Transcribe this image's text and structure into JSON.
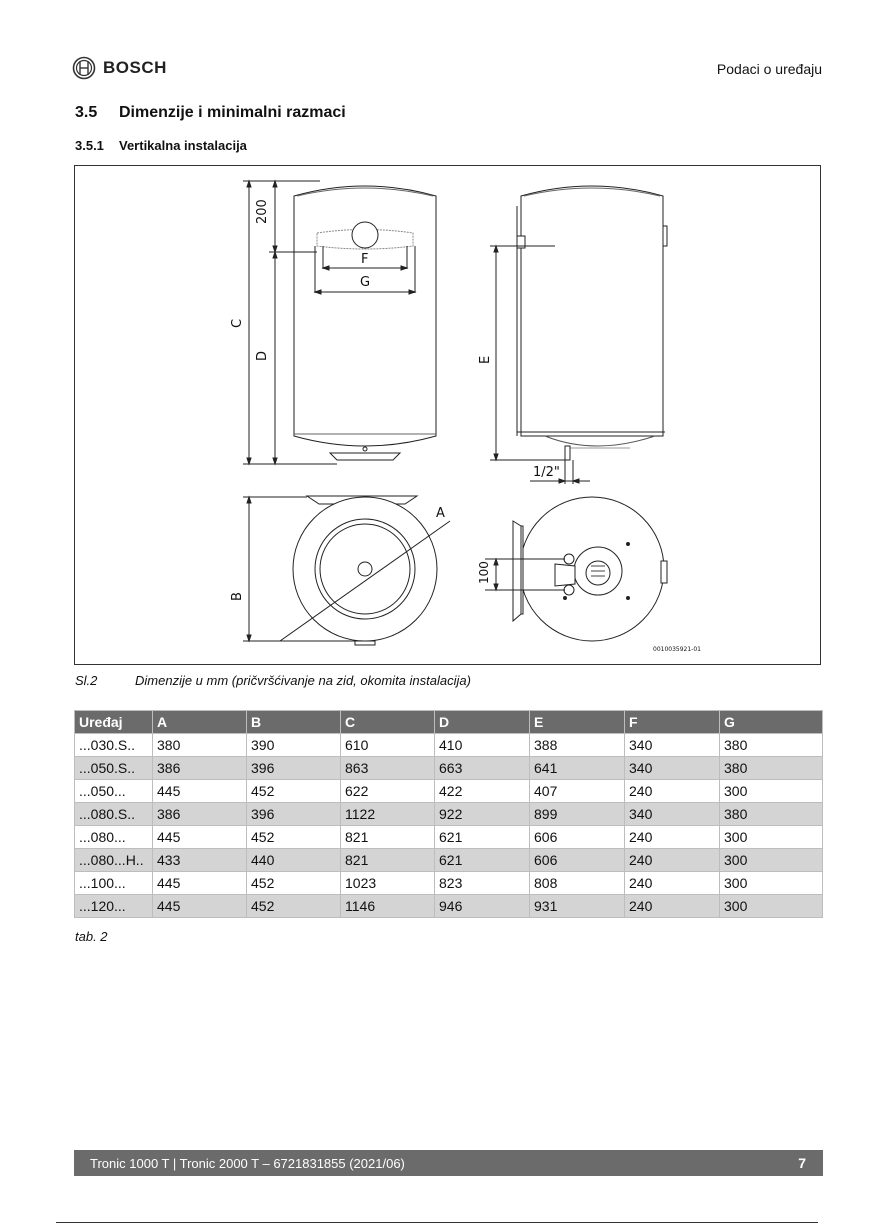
{
  "header": {
    "logo_text": "BOSCH",
    "section_title": "Podaci o uređaju"
  },
  "section": {
    "number": "3.5",
    "title": "Dimenzije i minimalni razmaci"
  },
  "subsection": {
    "number": "3.5.1",
    "title": "Vertikalna instalacija"
  },
  "figure": {
    "labels": {
      "dim_200": "200",
      "dim_c": "C",
      "dim_d": "D",
      "dim_f": "F",
      "dim_g": "G",
      "dim_e": "E",
      "dim_half_inch": "1/2\"",
      "dim_a": "A",
      "dim_b": "B",
      "dim_100": "100",
      "figure_code": "0010035921-01"
    },
    "caption_number": "Sl.2",
    "caption_text": "Dimenzije u mm (pričvršćivanje na zid, okomita instalacija)"
  },
  "table": {
    "headers": [
      "Uređaj",
      "A",
      "B",
      "C",
      "D",
      "E",
      "F",
      "G"
    ],
    "rows": [
      [
        "...030.S..",
        "380",
        "390",
        "610",
        "410",
        "388",
        "340",
        "380"
      ],
      [
        "...050.S..",
        "386",
        "396",
        "863",
        "663",
        "641",
        "340",
        "380"
      ],
      [
        "...050...",
        "445",
        "452",
        "622",
        "422",
        "407",
        "240",
        "300"
      ],
      [
        "...080.S..",
        "386",
        "396",
        "1122",
        "922",
        "899",
        "340",
        "380"
      ],
      [
        "...080...",
        "445",
        "452",
        "821",
        "621",
        "606",
        "240",
        "300"
      ],
      [
        "...080...H..",
        "433",
        "440",
        "821",
        "621",
        "606",
        "240",
        "300"
      ],
      [
        "...100...",
        "445",
        "452",
        "1023",
        "823",
        "808",
        "240",
        "300"
      ],
      [
        "...120...",
        "445",
        "452",
        "1146",
        "946",
        "931",
        "240",
        "300"
      ]
    ],
    "note": "tab. 2"
  },
  "footer": {
    "text": "Tronic 1000 T | Tronic 2000 T – 6721831855 (2021/06)",
    "page": "7"
  }
}
